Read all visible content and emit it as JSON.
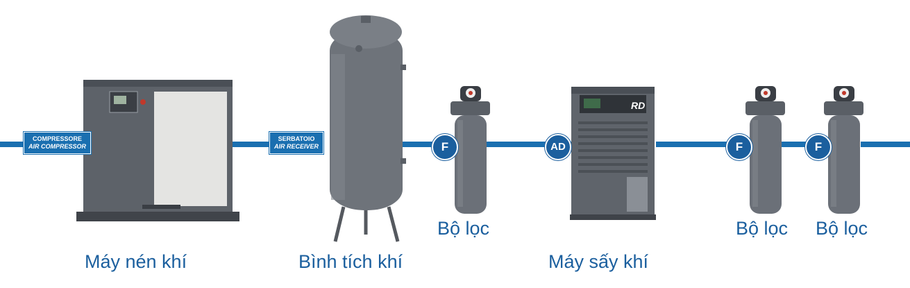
{
  "colors": {
    "pipe": "#1a6fb0",
    "badge": "#1b5f9e",
    "caption": "#1b5f9e",
    "equipment": "#6b7078",
    "equipment_dark": "#4a4f56"
  },
  "labels": {
    "compressor": {
      "line1": "COMPRESSORE",
      "line2": "AIR COMPRESSOR"
    },
    "receiver": {
      "line1": "SERBATOIO",
      "line2": "AIR RECEIVER"
    }
  },
  "badges": {
    "filter1": "F",
    "dryer": "AD",
    "filter2": "F",
    "filter3": "F"
  },
  "captions": {
    "compressor": "Máy nén khí",
    "receiver": "Bình tích khí",
    "filter1": "Bộ lọc",
    "dryer": "Máy sấy khí",
    "filter2": "Bộ lọc",
    "filter3": "Bộ lọc"
  },
  "dryer_brand": "RD"
}
